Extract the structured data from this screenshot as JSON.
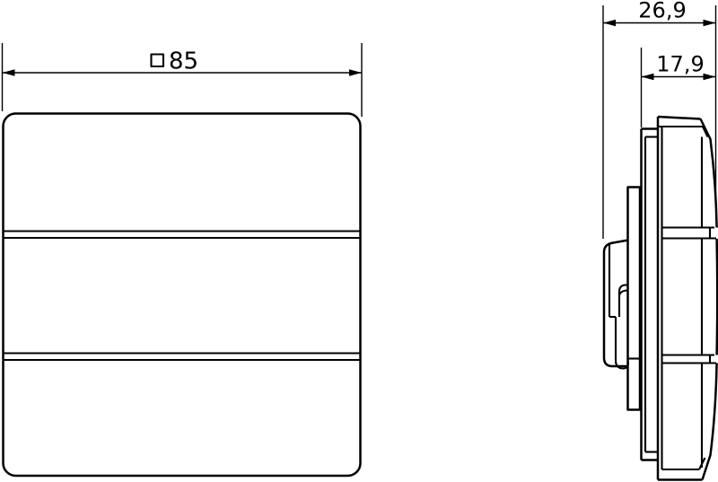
{
  "colors": {
    "line": "#000000",
    "background": "#ffffff"
  },
  "front_view": {
    "button_rows": 3,
    "width_dimension": {
      "symbol": "□",
      "value": "85"
    }
  },
  "side_view": {
    "total_depth_dimension": "26,9",
    "front_depth_dimension": "17,9"
  }
}
